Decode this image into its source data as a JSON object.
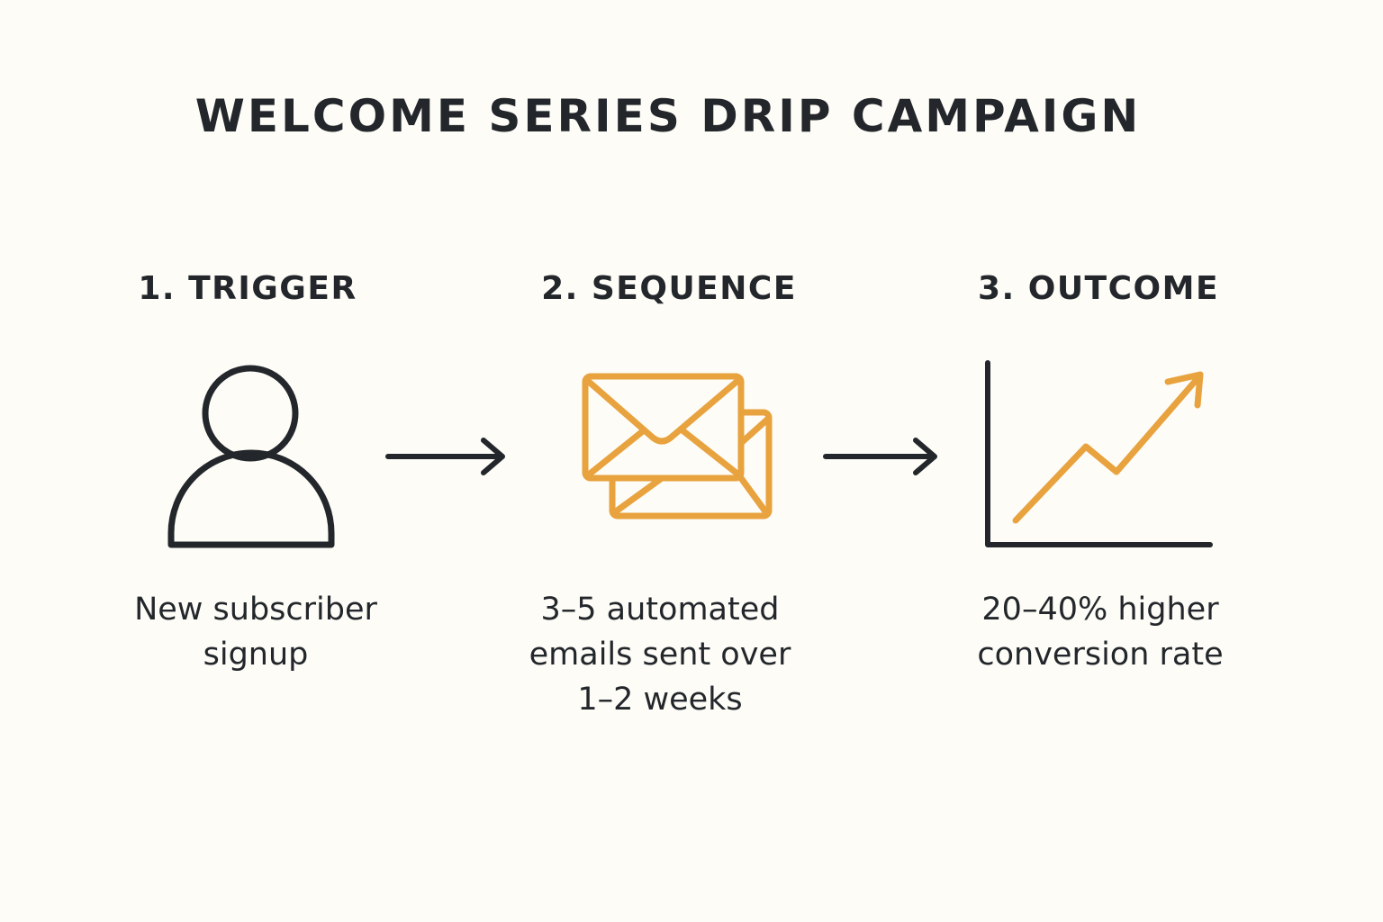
{
  "title": "WELCOME SERIES DRIP CAMPAIGN",
  "colors": {
    "accent": "#e8a23e",
    "ink": "#23272b",
    "background": "#fdfcf7"
  },
  "steps": [
    {
      "heading": "1. TRIGGER",
      "icon": "person-icon",
      "desc": [
        "New subscriber",
        "signup"
      ]
    },
    {
      "heading": "2. SEQUENCE",
      "icon": "envelopes-icon",
      "desc": [
        "3–5 automated",
        "emails sent over",
        "1–2 weeks"
      ]
    },
    {
      "heading": "3. OUTCOME",
      "icon": "growth-chart-icon",
      "desc": [
        "20–40% higher",
        "conversion rate"
      ]
    }
  ]
}
